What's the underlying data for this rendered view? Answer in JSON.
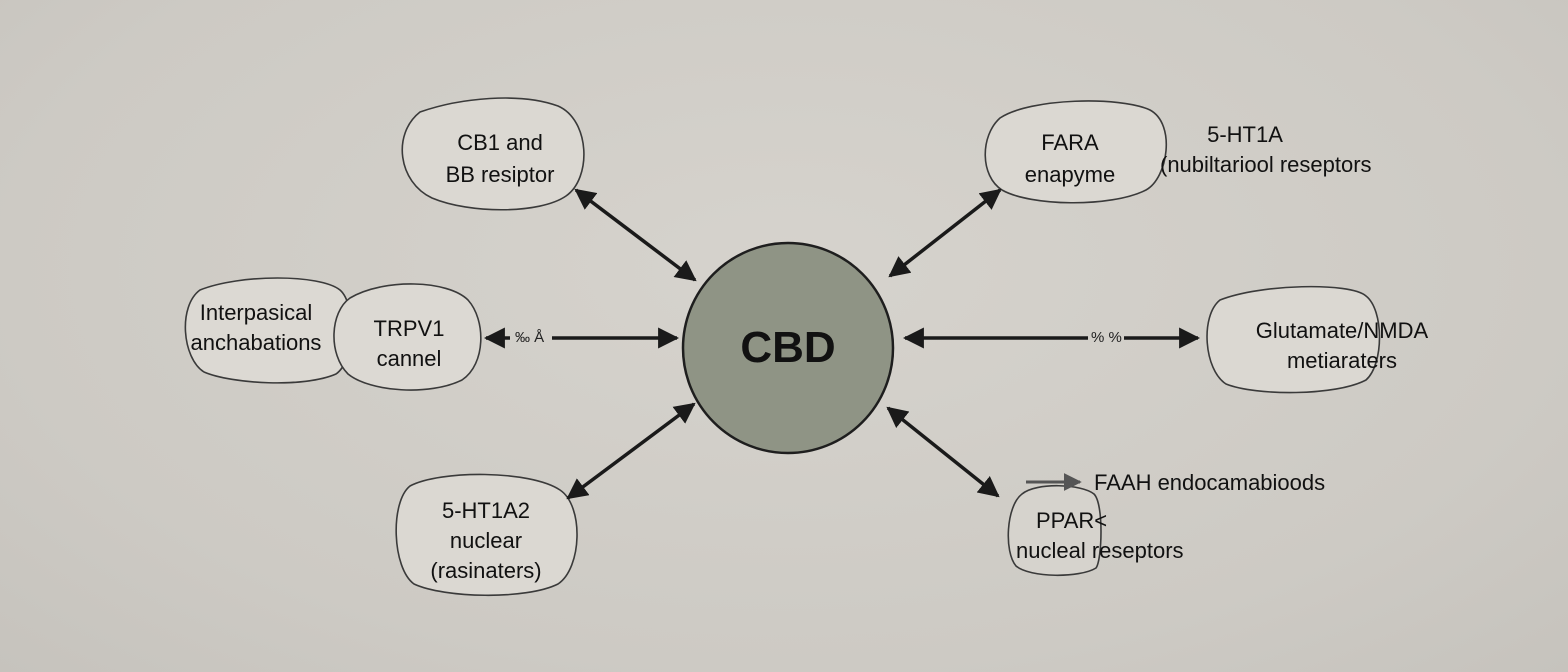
{
  "center": {
    "label": "CBD"
  },
  "nodes": {
    "cb1": {
      "line1": "CB1 and",
      "line2": "BB resiptor"
    },
    "fara": {
      "line1": "FARA",
      "line2": "enapyme"
    },
    "ht1a_top": {
      "line1": "5-HT1A",
      "line2": "(nubiltariool reseptors"
    },
    "interpasical": {
      "line1": "Interpasical",
      "line2": "anchabations"
    },
    "trpv1": {
      "line1": "TRPV1",
      "line2": "cannel"
    },
    "glutamate": {
      "line1": "Glutamate/NMDA",
      "line2": "metiaraters"
    },
    "ht1a2": {
      "line1": "5-HT1A2",
      "line2": "nuclear",
      "line3": "(rasinaters)"
    },
    "faah": {
      "line1": "FAAH endocamabioods"
    },
    "ppar": {
      "line1": "PPAR<",
      "line2": "nucleal reseptors"
    }
  },
  "connector_marks": {
    "left": "‰ Å",
    "right": "% %"
  },
  "colors": {
    "background": "#cfccc6",
    "center_fill": "#8f9485",
    "node_fill": "#d9d6d0",
    "outline": "#2a2a2a",
    "arrow": "#1a1a1a"
  }
}
